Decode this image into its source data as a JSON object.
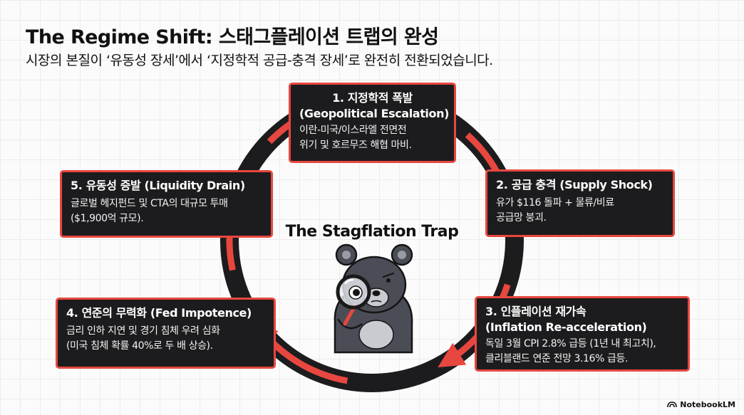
{
  "header": {
    "title": "The Regime Shift: 스태그플레이션 트랩의 완성",
    "subtitle": "시장의 본질이 ‘유동성 장세’에서 ‘지정학적 공급-충격 장세’로 완전히 전환되었습니다."
  },
  "diagram": {
    "center_title": "The Stagflation Trap",
    "steps": [
      {
        "heading": "1. 지정학적 폭발",
        "heading_en": "(Geopolitical Escalation)",
        "line1": "이란-미국/이스라엘 전면전",
        "line2": "위기 및 호르무즈 해협 마비."
      },
      {
        "heading": "2. 공급 충격 (Supply Shock)",
        "line1": "유가 $116 돌파 + 물류/비료",
        "line2": "공급망 붕괴."
      },
      {
        "heading": "3. 인플레이션 재가속",
        "heading_en": "(Inflation Re-acceleration)",
        "line1": "독일 3월 CPI 2.8% 급등 (1년 내 최고치),",
        "line2": "클리블랜드 연준 전망 3.16% 급등."
      },
      {
        "heading": "4. 연준의 무력화 (Fed Impotence)",
        "line1": "금리 인하 지연 및 경기 침체 우려 심화",
        "line2": "(미국 침체 확률 40%로 두 배 상승)."
      },
      {
        "heading": "5. 유동성 증발 (Liquidity Drain)",
        "line1": "글로벌 헤지펀드 및 CTA의 대규모 투매",
        "line2": "($1,900억 규모)."
      }
    ]
  },
  "brand": {
    "label": "NotebookLM"
  },
  "colors": {
    "ring": "#1c1c1e",
    "arrow": "#e8473f",
    "box_bg": "#1c1c1e",
    "box_border": "#e8473f",
    "bear": "#4a4d55"
  }
}
